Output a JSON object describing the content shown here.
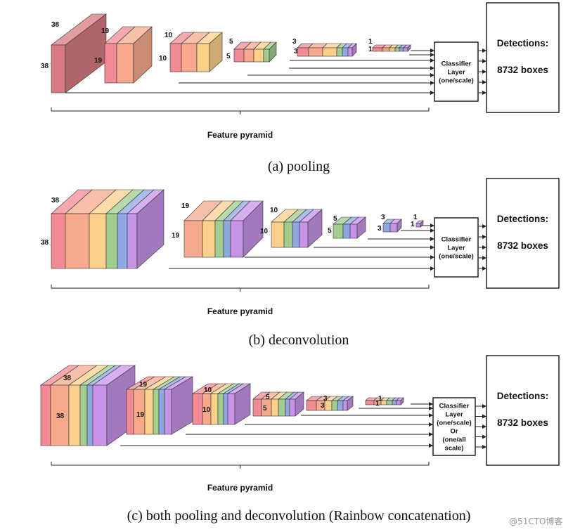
{
  "panels": [
    {
      "caption": "(a) pooling",
      "feature_label": "Feature pyramid",
      "classifier_lines": [
        "Classifier",
        "Layer",
        "(one/scale)"
      ],
      "detections_lines": [
        "Detections:",
        "8732 boxes"
      ],
      "scales": [
        {
          "top": "38",
          "side": "38"
        },
        {
          "top": "19",
          "side": "19"
        },
        {
          "top": "10",
          "side": "10"
        },
        {
          "top": "5",
          "side": "5"
        },
        {
          "top": "3",
          "side": "3"
        },
        {
          "top": "1",
          "side": "1"
        }
      ]
    },
    {
      "caption": "(b) deconvolution",
      "feature_label": "Feature pyramid",
      "classifier_lines": [
        "Classifier",
        "Layer",
        "(one/scale)"
      ],
      "detections_lines": [
        "Detections:",
        "8732 boxes"
      ],
      "scales": [
        {
          "top": "38",
          "side": "38"
        },
        {
          "top": "19",
          "side": "19"
        },
        {
          "top": "10",
          "side": "10"
        },
        {
          "top": "5",
          "side": "5"
        },
        {
          "top": "3",
          "side": "3"
        },
        {
          "top": "1",
          "side": "1"
        }
      ]
    },
    {
      "caption": "(c) both pooling and deconvolution (Rainbow concatenation)",
      "feature_label": "Feature pyramid",
      "classifier_lines": [
        "Classifier",
        "Layer",
        "(one/scale)",
        "Or",
        "(one/all",
        "scale)"
      ],
      "detections_lines": [
        "Detections:",
        "8732 boxes"
      ],
      "scales": [
        {
          "top": "38",
          "side": "38"
        },
        {
          "top": "19",
          "side": "19"
        },
        {
          "top": "10",
          "side": "10"
        },
        {
          "top": "5",
          "side": "5"
        },
        {
          "top": "3",
          "side": "3"
        },
        {
          "top": "1",
          "side": "1"
        }
      ]
    }
  ],
  "watermark": "@51CTO博客",
  "colors": [
    "#f28b93",
    "#f6a98c",
    "#fbd08b",
    "#9fce8f",
    "#8fa7e3",
    "#c794e8"
  ]
}
